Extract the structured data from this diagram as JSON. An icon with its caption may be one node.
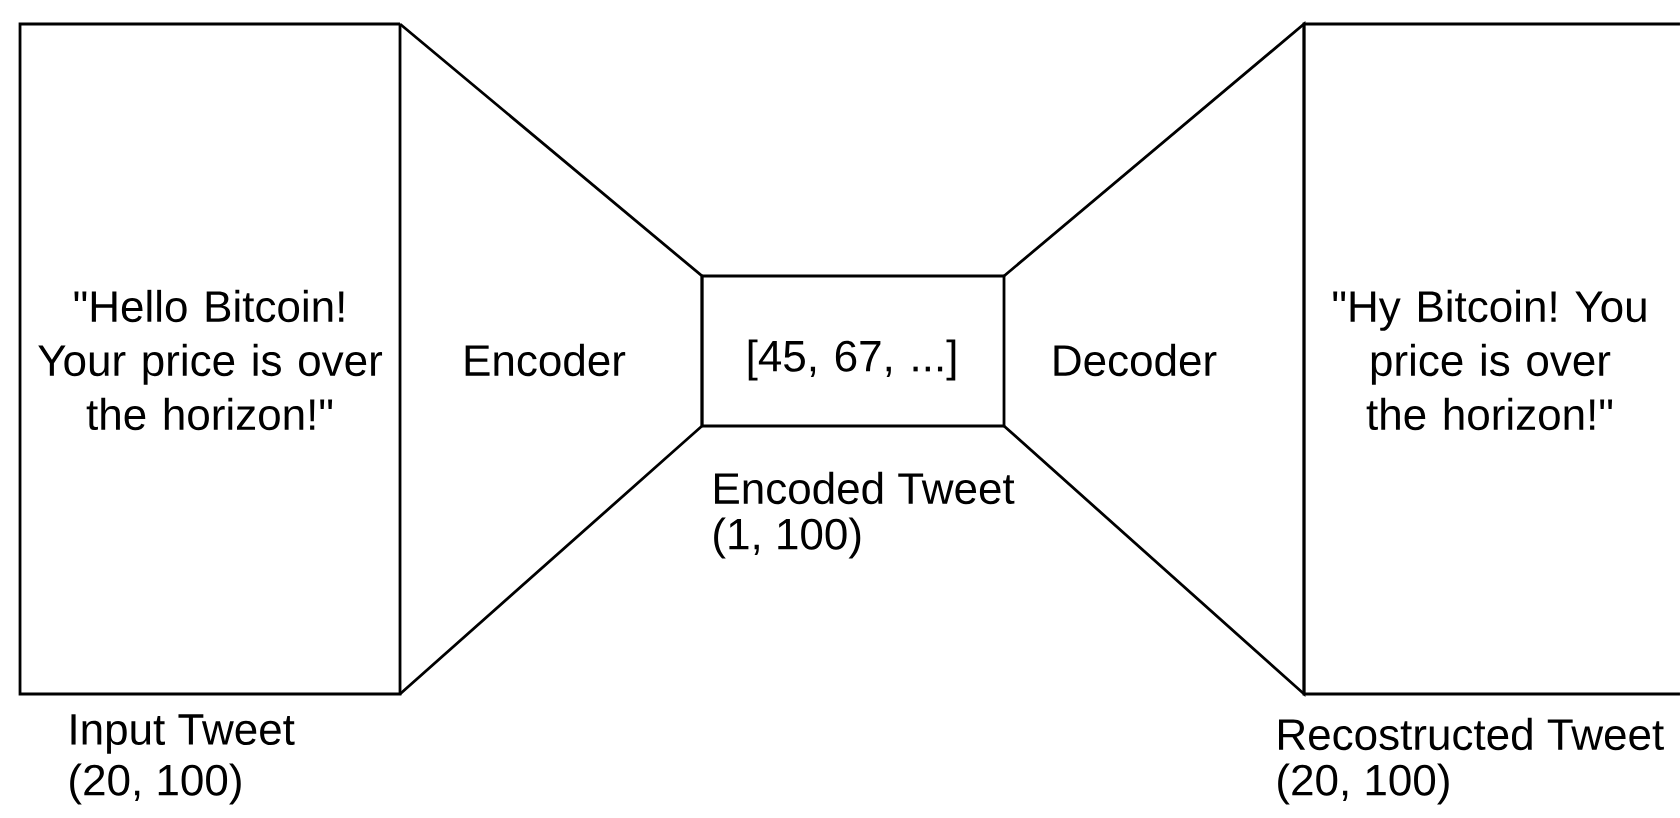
{
  "diagram": {
    "nodes": [
      {
        "text": [
          "\"Hello Bitcoin! Your price is over the horizon!\""
        ],
        "beside": [
          "Input Tweet",
          "(20, 100)"
        ]
      },
      {
        "text": [
          "Encoder"
        ]
      },
      {
        "text": [
          "[45, 67, ...]"
        ],
        "beside": [
          "Encoded Tweet",
          "(1, 100)"
        ]
      },
      {
        "text": [
          "Decoder"
        ]
      },
      {
        "text": [
          "\"Hy Bitcoin! You price is over the horizon!\""
        ],
        "beside": [
          "Recostructed Tweet",
          "(20, 100)"
        ]
      }
    ],
    "edges": []
  }
}
